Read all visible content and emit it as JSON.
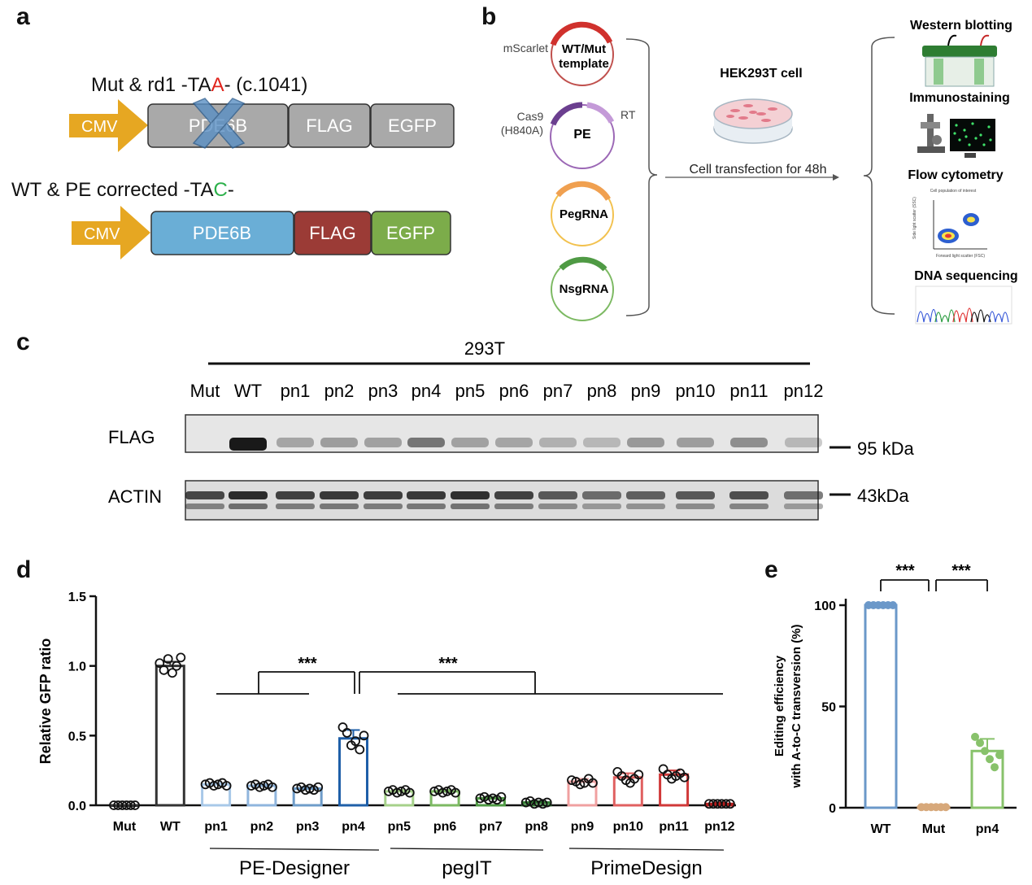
{
  "panels": {
    "a": "a",
    "b": "b",
    "c": "c",
    "d": "d",
    "e": "e"
  },
  "panel_a": {
    "mut_title": {
      "prefix": "Mut & rd1   -TA",
      "base": "A",
      "suffix": "-   (c.1041)",
      "base_color": "#e0241c"
    },
    "wt_title": {
      "prefix": "WT & PE corrected -TA",
      "base": "C",
      "suffix": "-",
      "base_color": "#2bb04a"
    },
    "mut_construct": {
      "promoter": "CMV",
      "gene": "PDE6B",
      "tag": "FLAG",
      "reporter": "EGFP"
    },
    "wt_construct": {
      "promoter": "CMV",
      "gene": "PDE6B",
      "tag": "FLAG",
      "reporter": "EGFP"
    },
    "colors": {
      "cmv": "#e6a722",
      "gray_box": "#a9a9a9",
      "gene_wt": "#6aaed6",
      "flag_wt": "#9b3b36",
      "egfp_wt": "#7cac4a",
      "cross": "#5a8fc4"
    }
  },
  "panel_b": {
    "plasmids": {
      "template": {
        "left_label": "mScarlet",
        "name_line1": "WT/Mut",
        "name_line2": "template"
      },
      "pe": {
        "left_label_line1": "Cas9",
        "left_label_line2": "(H840A)",
        "right_label": "RT",
        "name": "PE"
      },
      "pegrna": {
        "name": "PegRNA"
      },
      "nsgrna": {
        "name": "NsgRNA"
      }
    },
    "cell_title": "HEK293T cell",
    "arrow_label": "Cell transfection for 48h",
    "assays": {
      "western": "Western blotting",
      "immuno": "Immunostaining",
      "flow": "Flow cytometry",
      "flow_y": "Side light scatter (SSC)",
      "flow_x": "Forward light scatter (FSC)",
      "flow_gate": "Cell population of interest",
      "dna": "DNA sequencing"
    }
  },
  "panel_c": {
    "cell_line": "293T",
    "lanes": [
      "Mut",
      "WT",
      "pn1",
      "pn2",
      "pn3",
      "pn4",
      "pn5",
      "pn6",
      "pn7",
      "pn8",
      "pn9",
      "pn10",
      "pn11",
      "pn12"
    ],
    "rows": [
      {
        "label": "FLAG",
        "marker": "95 kDa"
      },
      {
        "label": "ACTIN",
        "marker": "43kDa"
      }
    ],
    "flag_intensity": [
      0.0,
      0.95,
      0.18,
      0.22,
      0.2,
      0.45,
      0.2,
      0.18,
      0.12,
      0.08,
      0.25,
      0.22,
      0.3,
      0.08
    ],
    "actin_intensity": [
      0.82,
      0.98,
      0.85,
      0.9,
      0.88,
      0.9,
      0.95,
      0.85,
      0.72,
      0.62,
      0.68,
      0.72,
      0.78,
      0.6
    ]
  },
  "chart_data": [
    {
      "type": "bar",
      "ylabel": "Relative GFP ratio",
      "ylim": [
        0,
        1.5
      ],
      "yticks": [
        "0.0",
        "0.5",
        "1.0",
        "1.5"
      ],
      "categories": [
        "Mut",
        "WT",
        "pn1",
        "pn2",
        "pn3",
        "pn4",
        "pn5",
        "pn6",
        "pn7",
        "pn8",
        "pn9",
        "pn10",
        "pn11",
        "pn12"
      ],
      "values": [
        0.0,
        1.0,
        0.15,
        0.14,
        0.12,
        0.48,
        0.1,
        0.1,
        0.05,
        0.02,
        0.17,
        0.2,
        0.22,
        0.01
      ],
      "errors": [
        0.0,
        0.03,
        0.01,
        0.01,
        0.01,
        0.06,
        0.01,
        0.01,
        0.01,
        0.01,
        0.02,
        0.03,
        0.03,
        0.01
      ],
      "points": [
        [
          0,
          0,
          0,
          0,
          0,
          0
        ],
        [
          1.02,
          0.97,
          1.05,
          0.95,
          1.0,
          1.06
        ],
        [
          0.15,
          0.16,
          0.14,
          0.15,
          0.16,
          0.14
        ],
        [
          0.14,
          0.15,
          0.13,
          0.14,
          0.15,
          0.13
        ],
        [
          0.12,
          0.13,
          0.11,
          0.12,
          0.11,
          0.13
        ],
        [
          0.56,
          0.52,
          0.43,
          0.46,
          0.4,
          0.5
        ],
        [
          0.1,
          0.11,
          0.09,
          0.1,
          0.11,
          0.09
        ],
        [
          0.1,
          0.11,
          0.09,
          0.1,
          0.11,
          0.09
        ],
        [
          0.05,
          0.06,
          0.04,
          0.05,
          0.04,
          0.06
        ],
        [
          0.02,
          0.03,
          0.01,
          0.02,
          0.01,
          0.02
        ],
        [
          0.18,
          0.17,
          0.15,
          0.16,
          0.19,
          0.16
        ],
        [
          0.24,
          0.21,
          0.18,
          0.16,
          0.19,
          0.22
        ],
        [
          0.26,
          0.22,
          0.19,
          0.21,
          0.23,
          0.2
        ],
        [
          0.01,
          0.01,
          0.01,
          0.01,
          0.01,
          0.01
        ]
      ],
      "colors": [
        "#333333",
        "#333333",
        "#a8c8e8",
        "#8fb5dd",
        "#6e9cc9",
        "#1f5fa8",
        "#a6d18a",
        "#7cb962",
        "#4f9a44",
        "#2f7a30",
        "#f0a0a0",
        "#e06060",
        "#d03838",
        "#b51d1d"
      ],
      "groups": [
        {
          "name": "PE-Designer",
          "members": [
            "pn1",
            "pn2",
            "pn3",
            "pn4"
          ]
        },
        {
          "name": "pegIT",
          "members": [
            "pn5",
            "pn6",
            "pn7",
            "pn8"
          ]
        },
        {
          "name": "PrimeDesign",
          "members": [
            "pn9",
            "pn10",
            "pn11",
            "pn12"
          ]
        }
      ],
      "significance": [
        "***",
        "***"
      ]
    },
    {
      "type": "bar",
      "ylabel_line1": "Editing efficiency",
      "ylabel_line2": "with A-to-C transversion (%)",
      "ylim": [
        0,
        100
      ],
      "yticks": [
        "0",
        "50",
        "100"
      ],
      "categories": [
        "WT",
        "Mut",
        "pn4"
      ],
      "values": [
        100,
        0.3,
        28
      ],
      "errors": [
        0,
        0,
        6
      ],
      "points": [
        [
          100,
          100,
          100,
          100,
          100,
          100
        ],
        [
          0.3,
          0.3,
          0.3,
          0.3,
          0.3,
          0.3
        ],
        [
          35,
          32,
          28,
          24,
          20,
          26
        ]
      ],
      "colors": [
        "#6b98c9",
        "#d7a87a",
        "#88c26b"
      ],
      "significance": [
        "***",
        "***"
      ]
    }
  ]
}
